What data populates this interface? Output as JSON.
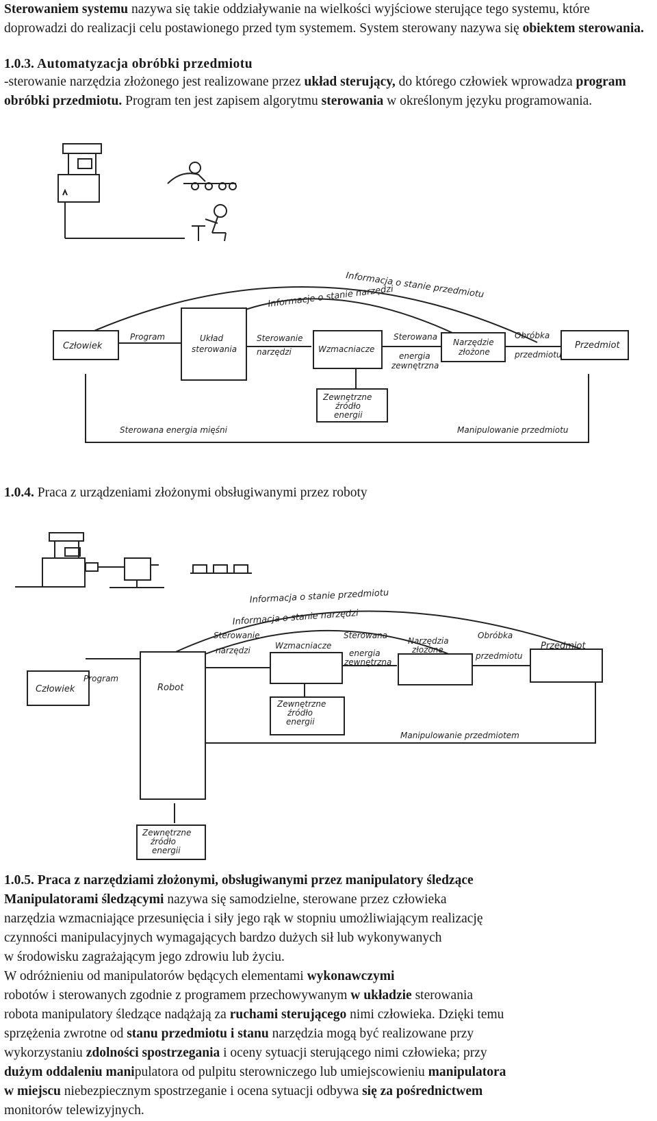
{
  "p1": {
    "a": "Sterowaniem systemu",
    "b": " nazywa się takie oddziaływanie na wielkości wyjściowe sterujące tego systemu, które doprowadzi do realizacji celu postawionego przed tym systemem. System sterowany nazywa się ",
    "c": "obiektem sterowania."
  },
  "h103": {
    "num": "1.0.3.",
    "title": " Automatyzacja obróbki przedmiotu"
  },
  "p2": {
    "a": "-sterowanie narzędzia złożonego jest realizowane przez ",
    "b": "układ sterujący,",
    "c": " do którego człowiek wprowadza ",
    "d": "program obróbki przedmiotu.",
    "e": " Program ten jest zapisem algorytmu ",
    "f": "sterowania",
    "g": " w określonym języku programowania."
  },
  "diagram1": {
    "top_arc": "Informacja o stanie przedmiotu",
    "inner_arc": "Informacje o stanie narzędzi",
    "human": "Człowiek",
    "program": "Program",
    "controller": [
      "Układ",
      "sterowania"
    ],
    "tool_control": [
      "Sterowanie",
      "narzędzi"
    ],
    "amplifiers": "Wzmacniacze",
    "controlled": "Sterowana",
    "ext_energy": [
      "energia",
      "zewnętrzna"
    ],
    "tools": [
      "Narzędzie",
      "złożone"
    ],
    "machining": "Obróbka",
    "object_lbl": "przedmiotu",
    "workpiece": "Przedmiot",
    "sources": [
      "Zewnętrzne",
      "źródło",
      "energii"
    ],
    "muscle": "Sterowana energia mięśni",
    "manip": "Manipulowanie przedmiotu"
  },
  "h104": {
    "num": "1.0.4.",
    "title": " Praca z urządzeniami złożonymi obsługiwanymi przez roboty"
  },
  "diagram2": {
    "top_arc": "Informacja o stanie przedmiotu",
    "inner_arc": "Informacja o stanie narzędzi",
    "tool_control": [
      "Sterowanie",
      "narzędzi"
    ],
    "amplifiers": "Wzmacniacze",
    "controlled": "Sterowana",
    "ext_energy": [
      "energia",
      "zewnętrzna"
    ],
    "tools": [
      "Narzędzia",
      "złożone"
    ],
    "machining": "Obróbka",
    "object_lbl": "przedmiotu",
    "workpiece": "Przedmiot",
    "human": "Człowiek",
    "program": "Program",
    "robot": "Robot",
    "sources": [
      "Zewnętrzne",
      "źródło",
      "energii"
    ],
    "manip": "Manipulowanie przedmiotem",
    "sources2": [
      "Zewnętrzne",
      "źródło",
      "energii"
    ]
  },
  "h105": {
    "num": "1.0.5.",
    "title": " Praca z narzędziami złożonymi, obsługiwanymi przez manipulatory śledzące"
  },
  "p3": {
    "a": "Manipulatorami śledzącymi",
    "b": " nazywa się samodzielne, sterowane przez człowieka",
    "l2": "narzędzia wzmacniające przesunięcia i siły jego rąk w stopniu umożliwiającym realizację",
    "l3": "czynności manipulacyjnych wymagających bardzo dużych sił lub wykonywanych",
    "l4": "w środowisku zagrażającym jego zdrowiu lub życiu."
  },
  "p4": {
    "l1a": "W odróżnieniu od manipulatorów będących elementami ",
    "l1b": "wykonawczymi",
    "l2a": "robotów i sterowanych zgodnie z programem przechowywanym ",
    "l2b": "w układzie",
    "l2c": " sterowania",
    "l3a": "robota manipulatory śledzące nadążają za ",
    "l3b": "ruchami sterującego",
    "l3c": " nimi człowieka. Dzięki temu",
    "l4a": "sprzężenia zwrotne od ",
    "l4b": "stanu przedmiotu i stanu",
    "l4c": " narzędzia mogą być realizowane przy",
    "l5a": "wykorzystaniu ",
    "l5b": "zdolności spostrzegania",
    "l5c": " i oceny sytuacji sterującego nimi człowieka; przy",
    "l6a": "dużym oddaleniu mani",
    "l6b": "pulatora od pulpitu sterowniczego lub umiejscowieniu ",
    "l6c": "manipulatora",
    "l7a": "w miejscu",
    "l7b": " niebezpiecznym spostrzeganie i ocena sytuacji odbywa ",
    "l7c": "się za pośrednictwem",
    "l8": "monitorów telewizyjnych."
  }
}
